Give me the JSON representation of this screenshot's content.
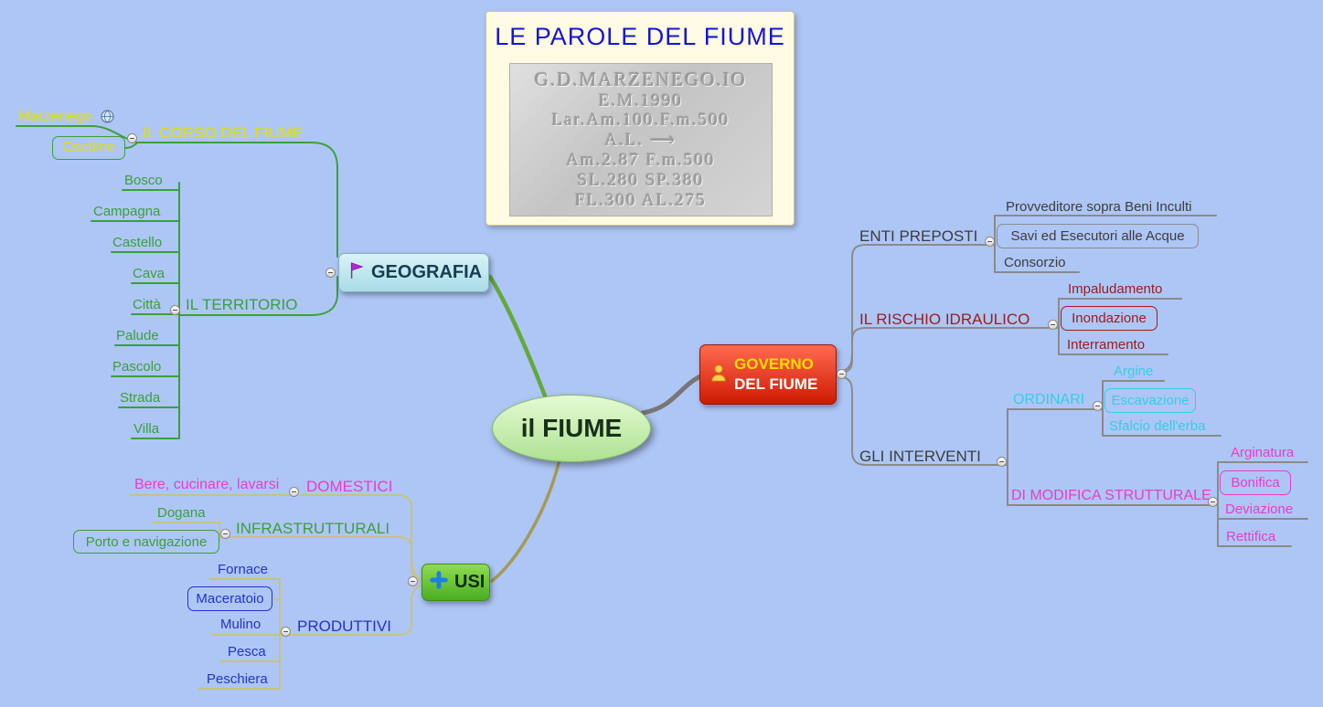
{
  "title_box": {
    "title": "LE PAROLE DEL FIUME",
    "plaque_lines": [
      "G.D.MARZENEGO.IO",
      "E.M.1990",
      "Lar.Am.100.F.m.500",
      "A.L. ⟶",
      "Am.2.87 F.m.500",
      "SL.280 SP.380",
      "FL.300 AL.275"
    ]
  },
  "root": {
    "label": "il FIUME"
  },
  "geografia": {
    "label": "GEOGRAFIA",
    "corso": {
      "label": "IL CORSO DEL FIUME",
      "children": [
        "Marzenego",
        "Osellino"
      ]
    },
    "territorio": {
      "label": "IL TERRITORIO",
      "children": [
        "Bosco",
        "Campagna",
        "Castello",
        "Cava",
        "Città",
        "Palude",
        "Pascolo",
        "Strada",
        "Villa"
      ]
    }
  },
  "governo": {
    "label_line1": "GOVERNO",
    "label_line2": "DEL FIUME",
    "enti": {
      "label": "ENTI PREPOSTI",
      "children": [
        "Provveditore sopra Beni Inculti",
        "Savi ed Esecutori alle Acque",
        "Consorzio"
      ]
    },
    "rischio": {
      "label": "IL RISCHIO IDRAULICO",
      "children": [
        "Impaludamento",
        "Inondazione",
        "Interramento"
      ]
    },
    "interventi": {
      "label": "GLI INTERVENTI",
      "ordinari": {
        "label": "ORDINARI",
        "children": [
          "Argine",
          "Escavazione",
          "Sfalcio dell'erba"
        ]
      },
      "modifica": {
        "label": "DI MODIFICA STRUTTURALE",
        "children": [
          "Arginatura",
          "Bonifica",
          "Deviazione",
          "Rettifica"
        ]
      }
    }
  },
  "usi": {
    "label": "USI",
    "domestici": {
      "label": "DOMESTICI",
      "children": [
        "Bere, cucinare, lavarsi"
      ]
    },
    "infrastrutturali": {
      "label": "INFRASTRUTTURALI",
      "children": [
        "Dogana",
        "Porto e navigazione"
      ]
    },
    "produttivi": {
      "label": "PRODUTTIVI",
      "children": [
        "Fornace",
        "Maceratoio",
        "Mulino",
        "Pesca",
        "Peschiera"
      ]
    }
  },
  "colors": {
    "background": "#aec6f5",
    "branch_green": "#3aa03a",
    "branch_gray": "#8a8a8a",
    "branch_khaki": "#c6c37b",
    "accent_yellow": "#e3e000",
    "accent_magenta": "#eb3bc9",
    "accent_cyan": "#35cde6",
    "accent_blue": "#2233cc",
    "accent_darkred": "#9b1c1c",
    "governo_red": "#cf1a02",
    "usi_green": "#4aae22",
    "geografia_blue": "#a9dbe8"
  }
}
